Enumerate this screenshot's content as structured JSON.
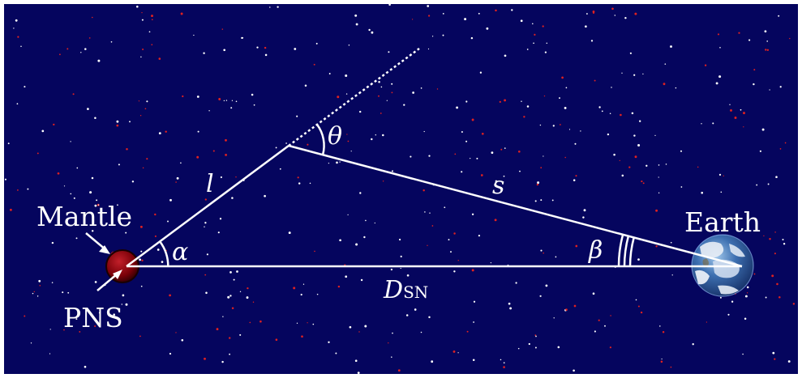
{
  "labels": {
    "mantle": "Mantle",
    "pns": "PNS",
    "earth": "Earth",
    "l": "l",
    "s": "s",
    "theta": "θ",
    "alpha": "α",
    "beta": "β",
    "d_main": "D",
    "d_sub": "SN"
  },
  "colors": {
    "background": "#05055e",
    "lines": "#ffffff",
    "pns_fill": "#8b0000",
    "star_white": "#ffffff",
    "star_red": "#e02020"
  },
  "icons": {
    "pns": "red-sphere-icon",
    "earth": "earth-globe-icon"
  }
}
